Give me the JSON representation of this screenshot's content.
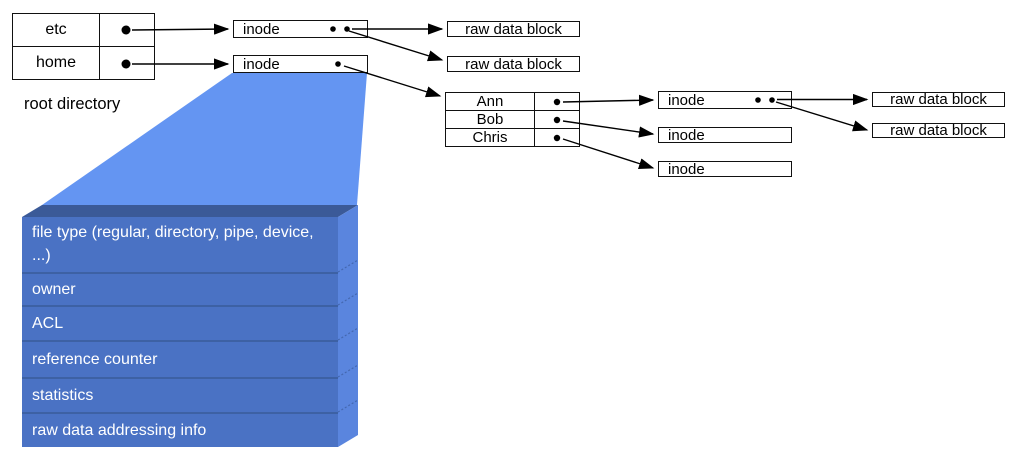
{
  "labels": {
    "inode": "inode",
    "raw_data_block": "raw data block"
  },
  "root_directory": {
    "caption": "root directory",
    "entries": [
      {
        "name": "etc"
      },
      {
        "name": "home"
      }
    ]
  },
  "home_directory": {
    "entries": [
      {
        "name": "Ann"
      },
      {
        "name": "Bob"
      },
      {
        "name": "Chris"
      }
    ]
  },
  "inode_detail": {
    "fields": [
      {
        "label": "file type (regular, directory, pipe, device, ...)"
      },
      {
        "label": "owner"
      },
      {
        "label": "ACL"
      },
      {
        "label": "reference counter"
      },
      {
        "label": "statistics"
      },
      {
        "label": "raw data addressing info"
      }
    ]
  },
  "colors": {
    "highlight_funnel": "#6495F2",
    "block_front": "#4A72C4",
    "block_top": "#3B5A98",
    "block_side": "#5A85DE",
    "row_divider": "#3D61A4",
    "line": "#000000",
    "box_border": "#111111",
    "text_light": "#FFFFFF"
  }
}
